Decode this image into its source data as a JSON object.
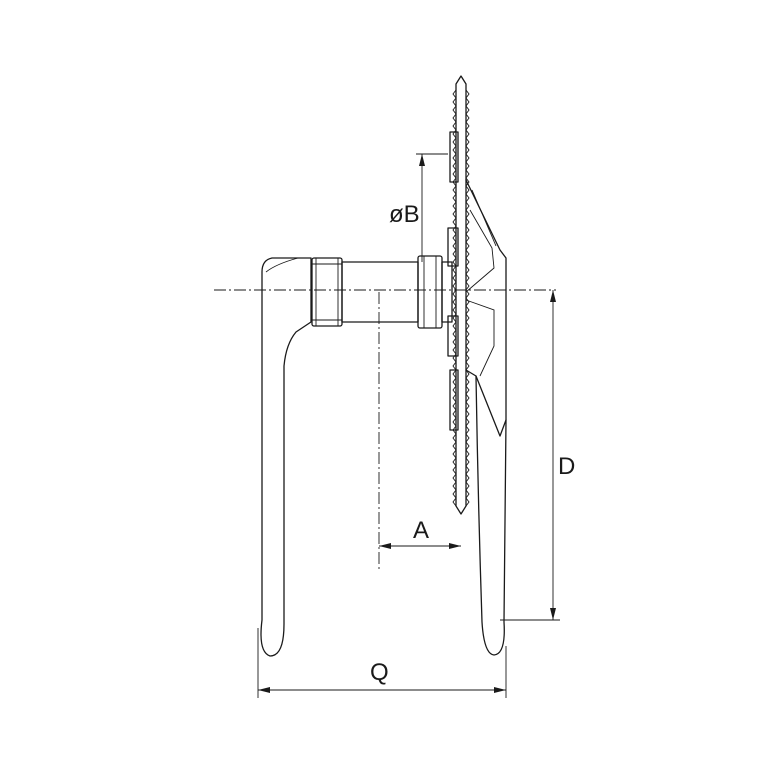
{
  "labels": {
    "diameter_b": "øB",
    "a": "A",
    "d": "D",
    "q": "Q"
  }
}
